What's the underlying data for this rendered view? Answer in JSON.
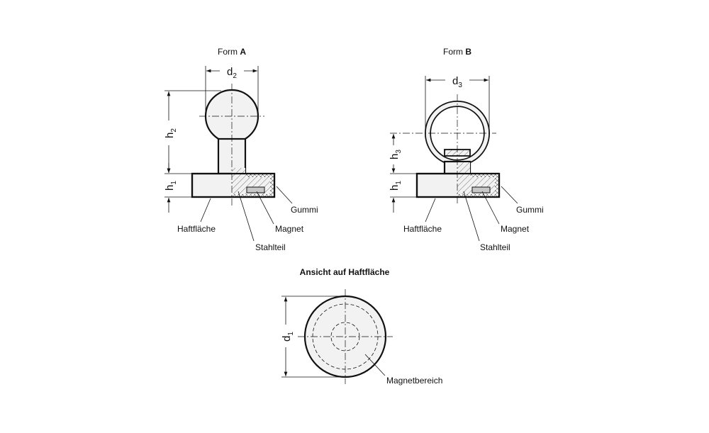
{
  "form_a": {
    "title_prefix": "Form ",
    "title_letter": "A",
    "d_label": "d",
    "d_sub": "2",
    "h_label": "h",
    "h_sub": "2",
    "h1_label": "h",
    "h1_sub": "1",
    "labels": {
      "gummi": "Gummi",
      "magnet": "Magnet",
      "haftflaeche": "Haftfläche",
      "stahlteil": "Stahlteil"
    }
  },
  "form_b": {
    "title_prefix": "Form ",
    "title_letter": "B",
    "d_label": "d",
    "d_sub": "3",
    "h_label": "h",
    "h_sub": "3",
    "h1_label": "h",
    "h1_sub": "1",
    "labels": {
      "gummi": "Gummi",
      "magnet": "Magnet",
      "haftflaeche": "Haftfläche",
      "stahlteil": "Stahlteil"
    }
  },
  "bottom_view": {
    "title": "Ansicht auf Haftfläche",
    "d_label": "d",
    "d_sub": "1",
    "magnet_area": "Magnetbereich"
  },
  "colors": {
    "fill": "#f2f2f2",
    "magnet": "#c8c8c8",
    "line": "#111111"
  }
}
